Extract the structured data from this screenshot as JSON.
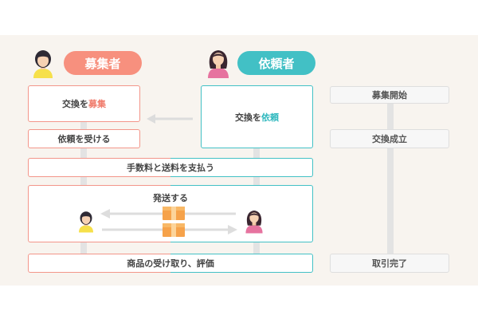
{
  "roles": {
    "recruiter": {
      "label": "募集者",
      "color": "#f7907e"
    },
    "requester": {
      "label": "依頼者",
      "color": "#42c0c5"
    }
  },
  "recruiter_col": {
    "box1": {
      "prefix": "交換を",
      "highlight": "募集"
    },
    "box2": {
      "label": "依頼を受ける"
    }
  },
  "requester_col": {
    "box1": {
      "prefix": "交換を",
      "highlight": "依頼"
    }
  },
  "shared": {
    "fee": "手数料と送料を支払う",
    "ship": "発送する",
    "review": "商品の受け取り、評価"
  },
  "status": {
    "start": "募集開始",
    "established": "交換成立",
    "complete": "取引完了"
  }
}
